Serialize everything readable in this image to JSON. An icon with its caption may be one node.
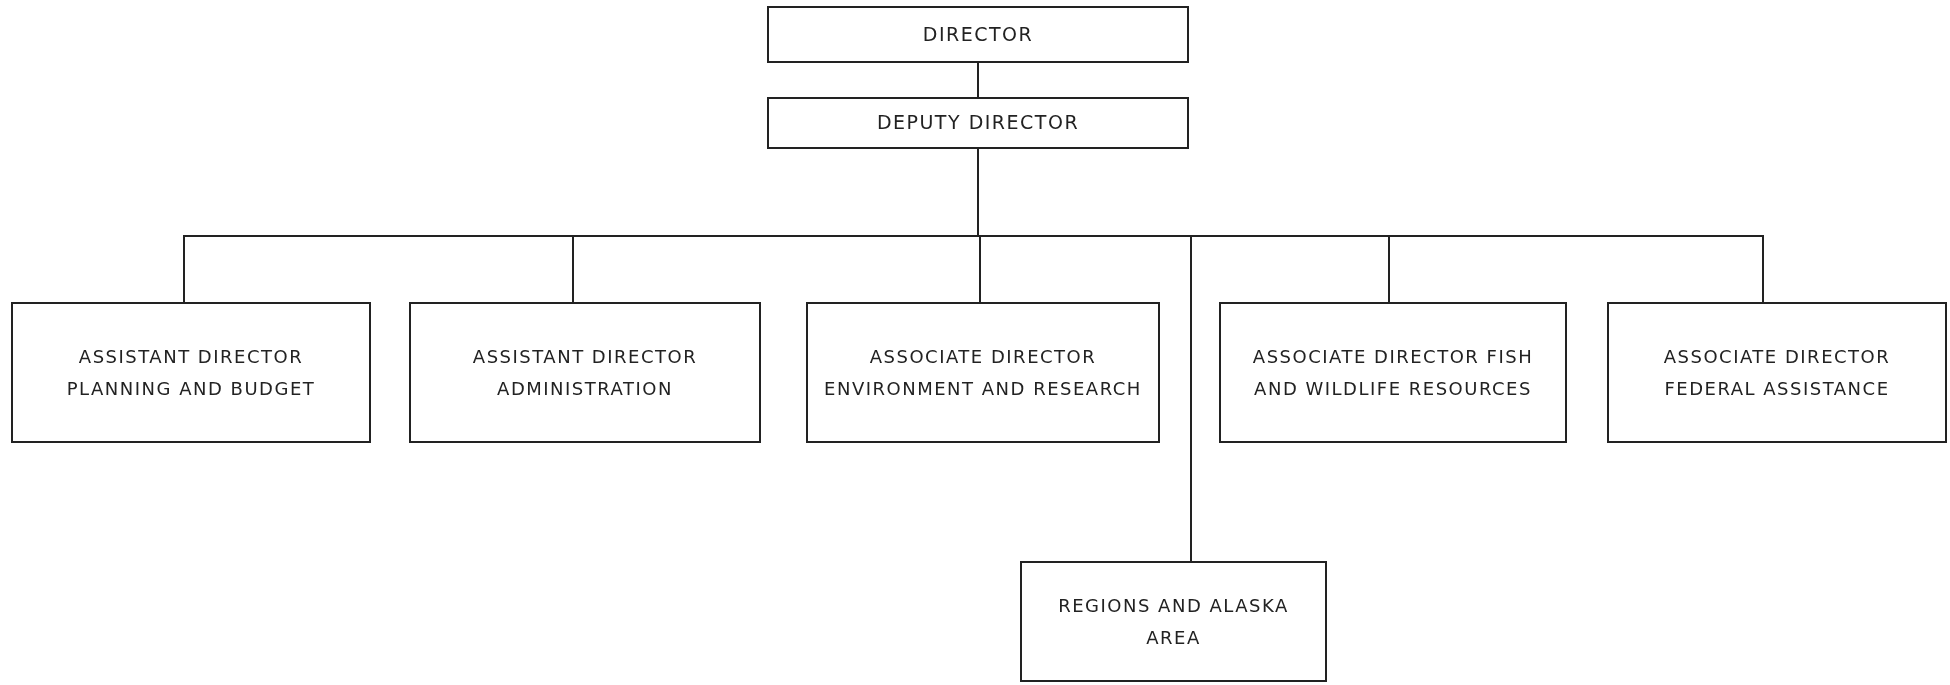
{
  "diagram": {
    "nodes": [
      {
        "text": [
          "DIRECTOR"
        ]
      },
      {
        "text": [
          "DEPUTY DIRECTOR"
        ]
      },
      {
        "text": [
          "ASSISTANT DIRECTOR PLANNING AND BUDGET"
        ]
      },
      {
        "text": [
          "ASSISTANT DIRECTOR ADMINISTRATION"
        ]
      },
      {
        "text": [
          "ASSOCIATE DIRECTOR ENVIRONMENT AND RESEARCH"
        ]
      },
      {
        "text": [
          "ASSOCIATE DIRECTOR FISH AND WILDLIFE RESOURCES"
        ]
      },
      {
        "text": [
          "ASSOCIATE DIRECTOR FEDERAL ASSISTANCE"
        ]
      },
      {
        "text": [
          "REGIONS AND ALASKA AREA"
        ]
      }
    ],
    "edges": [
      {
        "from": 0,
        "to": 1,
        "arrow": "none"
      },
      {
        "from": 1,
        "to": 2,
        "arrow": "none"
      },
      {
        "from": 1,
        "to": 3,
        "arrow": "none"
      },
      {
        "from": 1,
        "to": 4,
        "arrow": "none"
      },
      {
        "from": 1,
        "to": 5,
        "arrow": "none"
      },
      {
        "from": 1,
        "to": 6,
        "arrow": "none"
      },
      {
        "from": 1,
        "to": 7,
        "arrow": "none"
      }
    ]
  }
}
